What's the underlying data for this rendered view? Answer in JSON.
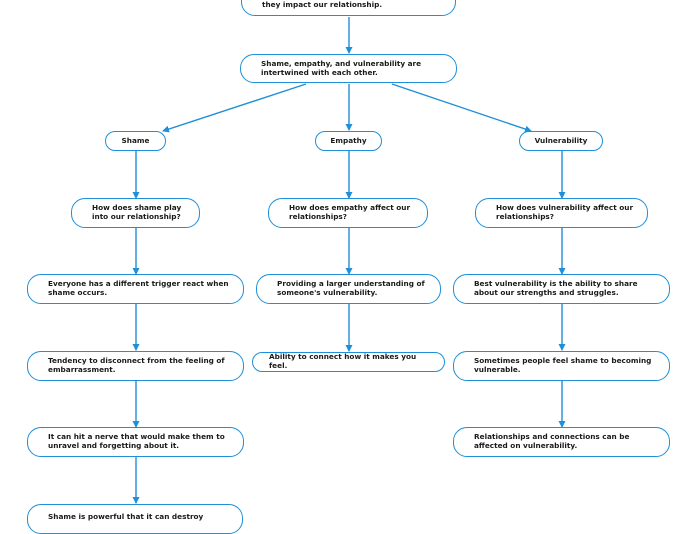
{
  "nodes": {
    "top_partial": "they impact our relationship.",
    "root": "Shame, empathy, and vulnerability are intertwined with each other.",
    "shame": {
      "title": "Shame",
      "question": "How does shame play into our relationship?",
      "items": [
        "Everyone has a different trigger react when shame occurs.",
        "Tendency to disconnect from the feeling of embarrassment.",
        "It can hit a nerve that would make them to unravel and forgetting about it.",
        "Shame is powerful that it can destroy"
      ]
    },
    "empathy": {
      "title": "Empathy",
      "question": "How does empathy affect our relationships?",
      "items": [
        "Providing a larger understanding of someone's vulnerability.",
        "Ability to connect how it makes you feel."
      ]
    },
    "vulnerability": {
      "title": "Vulnerability",
      "question": "How does vulnerability affect our relationships?",
      "items": [
        "Best vulnerability is the ability to share about our strengths and struggles.",
        "Sometimes people feel shame to becoming vulnerable.",
        "Relationships and connections can be affected on vulnerability."
      ]
    }
  },
  "colors": {
    "border": "#1e8fd8",
    "arrow": "#1e8fd8",
    "text": "#1a1a1a"
  }
}
